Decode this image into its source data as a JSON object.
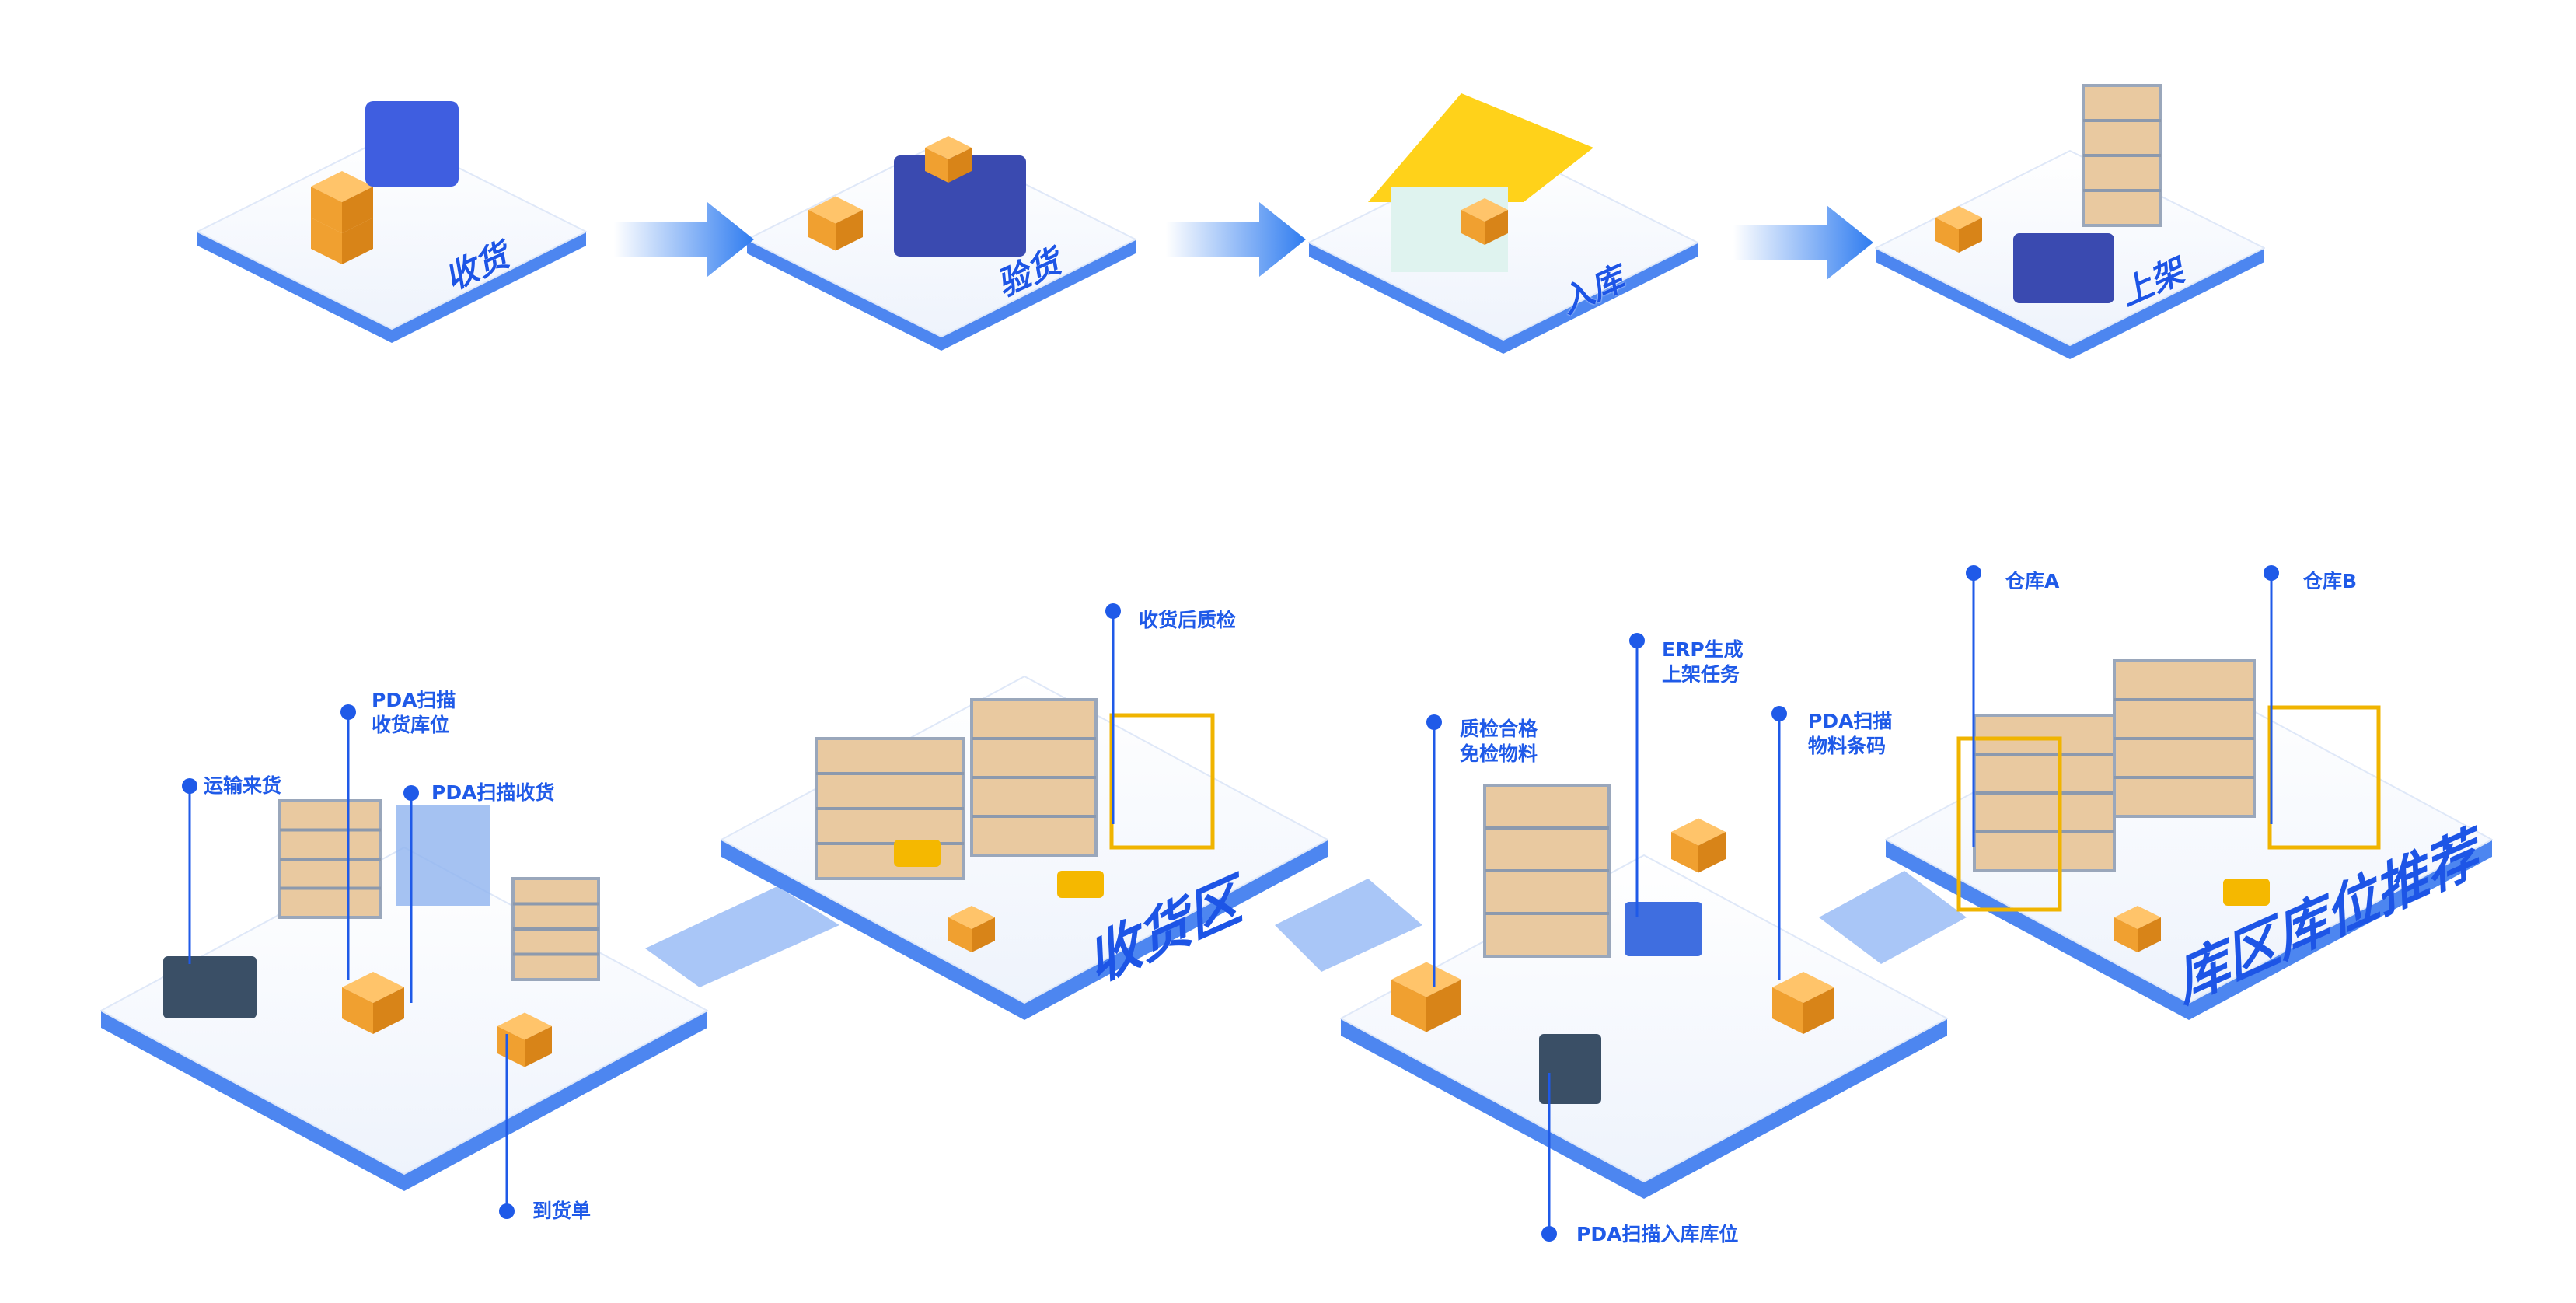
{
  "flow": {
    "stages": [
      "收货",
      "验货",
      "入库",
      "上架"
    ]
  },
  "zones": {
    "receiving_zone": "收货区",
    "location_recommendation": "库区库位推荐"
  },
  "callouts": {
    "transport_arrival": "运输来货",
    "pda_scan_receiving_location": [
      "PDA扫描",
      "收货库位"
    ],
    "pda_scan_receiving": "PDA扫描收货",
    "arrival_note": "到货单",
    "post_receiving_qc": "收货后质检",
    "qc_passed": [
      "质检合格",
      "免检物料"
    ],
    "erp_task": [
      "ERP生成",
      "上架任务"
    ],
    "pda_scan_barcode": [
      "PDA扫描",
      "物料条码"
    ],
    "pda_scan_storage_location": "PDA扫描入库库位",
    "warehouse_a": "仓库A",
    "warehouse_b": "仓库B"
  },
  "colors": {
    "accent": "#1f5ae8",
    "platform_edge": "#4d86f0",
    "box": "#f5a83a",
    "connector": "#a9c6f7"
  }
}
